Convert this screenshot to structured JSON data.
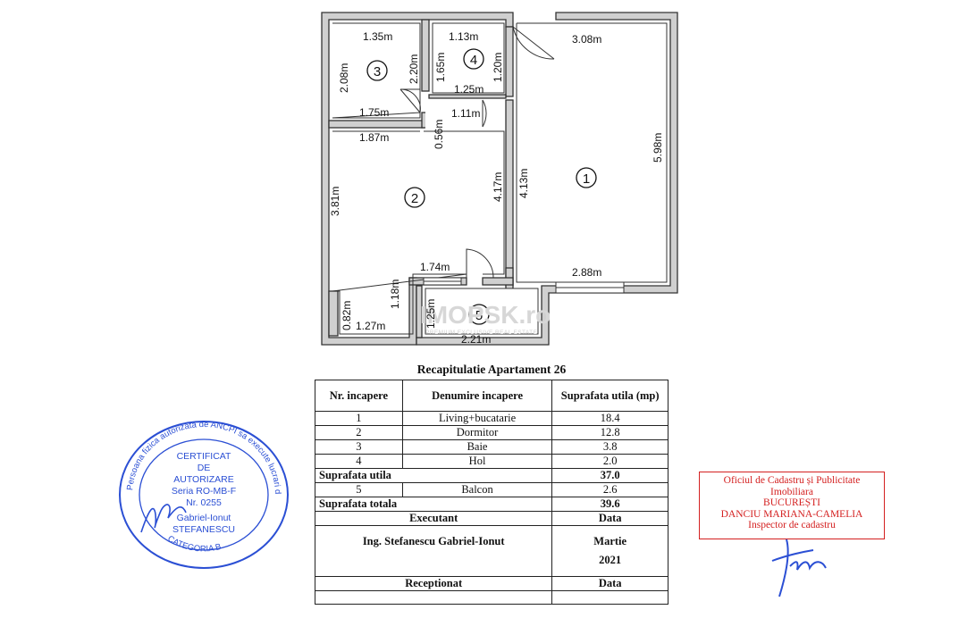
{
  "plan": {
    "rooms": [
      {
        "number": "1"
      },
      {
        "number": "2"
      },
      {
        "number": "3"
      },
      {
        "number": "4"
      },
      {
        "number": "5"
      }
    ],
    "dimensions": {
      "r3_top": "1.35m",
      "r3_left": "2.08m",
      "r3_right": "2.20m",
      "r3_bottom": "1.75m",
      "r4_top": "1.13m",
      "r4_left": "1.65m",
      "r4_right": "1.20m",
      "r4_bottom": "1.25m",
      "hall_door": "1.11m",
      "hall_gap": "0.56m",
      "r2_top": "1.87m",
      "r2_left": "3.81m",
      "r2_right": "4.17m",
      "r2_bottom": "1.74m",
      "r2_bottom_right": "1.18m",
      "r2_bottom_left_side": "0.82m",
      "r2_bottom_left": "1.27m",
      "r1_top": "3.08m",
      "r1_right": "5.98m",
      "r1_left": "4.13m",
      "r1_bottom": "2.88m",
      "r5_side": "1.25m",
      "r5_bottom": "2.21m"
    },
    "watermark": {
      "brand": "IMOPSK.ro",
      "tagline": "PREMIUM EXCLUSIVE REAL ESTATE"
    }
  },
  "table": {
    "title": "Recapitulatie  Apartament  26",
    "headers": {
      "nr": "Nr. incapere",
      "name": "Denumire incapere",
      "area": "Suprafata utila (mp)"
    },
    "rows": [
      {
        "nr": "1",
        "name": "Living+bucatarie",
        "area": "18.4"
      },
      {
        "nr": "2",
        "name": "Dormitor",
        "area": "12.8"
      },
      {
        "nr": "3",
        "name": "Baie",
        "area": "3.8"
      },
      {
        "nr": "4",
        "name": "Hol",
        "area": "2.0"
      }
    ],
    "useful_label": "Suprafata utila",
    "useful_value": "37.0",
    "balcony": {
      "nr": "5",
      "name": "Balcon",
      "area": "2.6"
    },
    "total_label": "Suprafata totala",
    "total_value": "39.6",
    "executant_label": "Executant",
    "date_label": "Data",
    "executant_name": "Ing. Stefanescu Gabriel-Ionut",
    "month": "Martie",
    "year": "2021",
    "receptionat_label": "Receptionat",
    "date_label2": "Data"
  },
  "stamp_blue": {
    "ring_top": "Persoana fizica autorizata de ANCPI sa execute lucrari de cadastru",
    "ring_bottom": "CATEGORIA B",
    "lines": [
      "CERTIFICAT",
      "DE",
      "AUTORIZARE",
      "Seria RO-MB-F",
      "Nr. 0255",
      "Gabriel-Ionut",
      "STEFANESCU"
    ],
    "color": "#2b4fd4"
  },
  "stamp_red": {
    "lines": [
      "Oficiul de Cadastru și Publicitate",
      "Imobiliara",
      "BUCUREȘTI",
      "DANCIU MARIANA-CAMELIA",
      "Inspector de cadastru"
    ],
    "color": "#d42020"
  }
}
